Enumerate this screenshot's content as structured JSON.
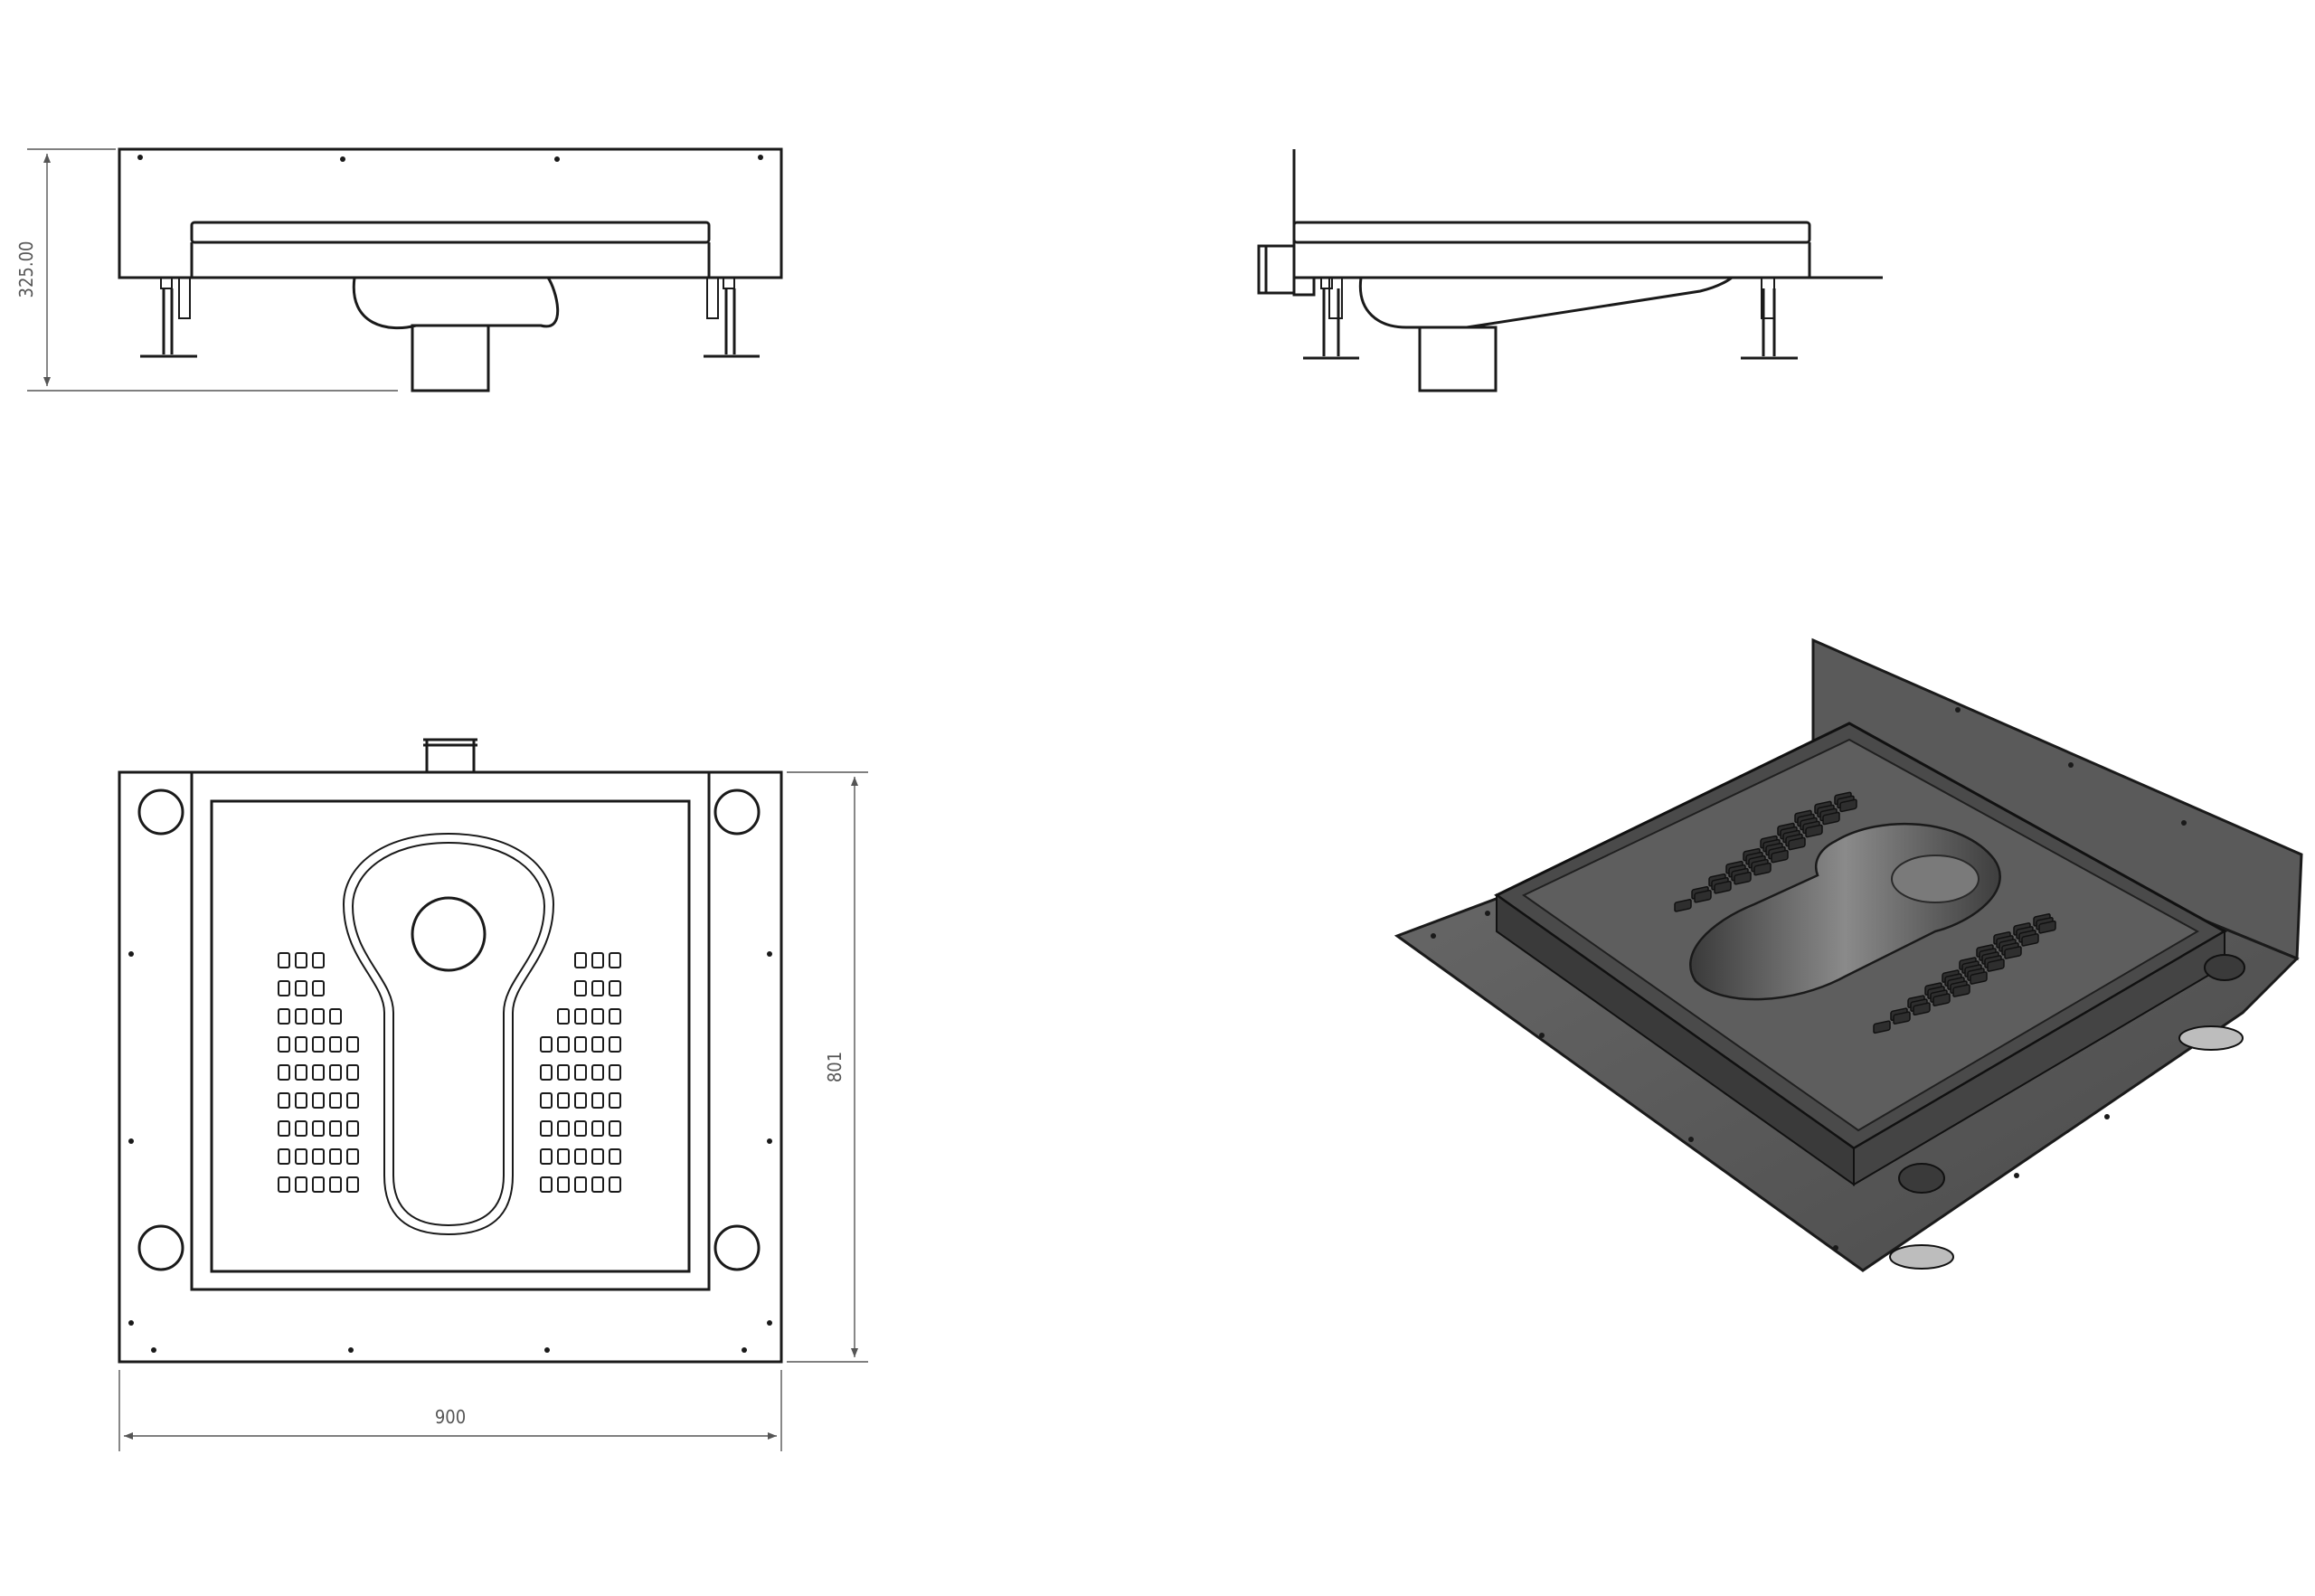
{
  "dimensions": {
    "height": "325.00",
    "depth": "801",
    "width": "900"
  },
  "colors": {
    "line": "#1a1a1a",
    "dimension": "#555555",
    "render_plate": "#585858",
    "render_dark": "#3c3c3c"
  }
}
